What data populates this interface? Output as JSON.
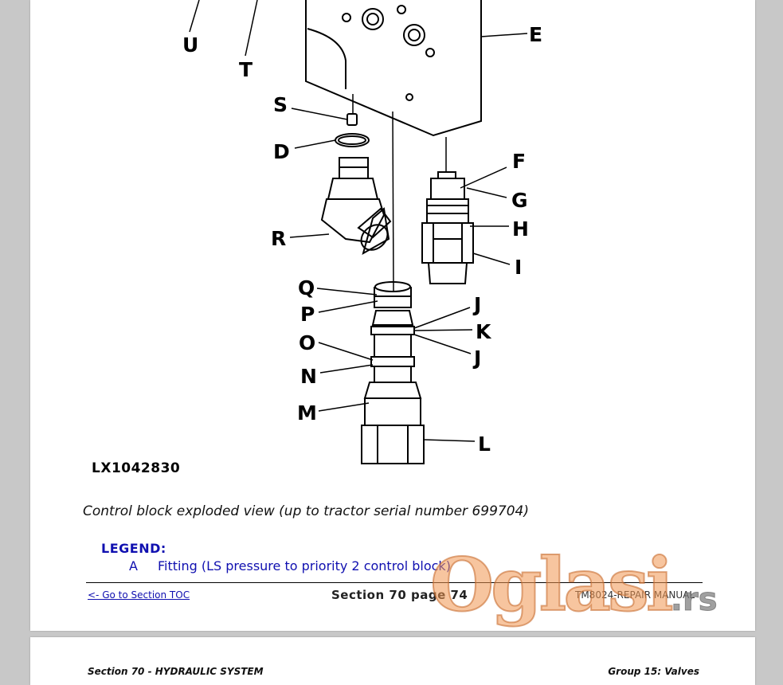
{
  "callouts": [
    "U",
    "T",
    "S",
    "D",
    "R",
    "Q",
    "P",
    "O",
    "N",
    "M",
    "E",
    "F",
    "G",
    "H",
    "I",
    "J",
    "K",
    "J",
    "L"
  ],
  "figure_id": "LX1042830",
  "caption": "Control block exploded view (up to tractor serial number 699704)",
  "legend": {
    "title": "LEGEND:",
    "items": [
      {
        "key": "A",
        "text": "Fitting (LS pressure to priority 2 control block)"
      }
    ]
  },
  "footer": {
    "toc_link": "<- Go to Section TOC",
    "page_number": "Section 70 page 74",
    "manual": "TM8024-REPAIR MANUAL"
  },
  "next_page_header": {
    "left": "Section 70 - HYDRAULIC SYSTEM",
    "right": "Group 15: Valves"
  },
  "watermark": {
    "brand": "Oglasi",
    "tld": ".rs"
  }
}
